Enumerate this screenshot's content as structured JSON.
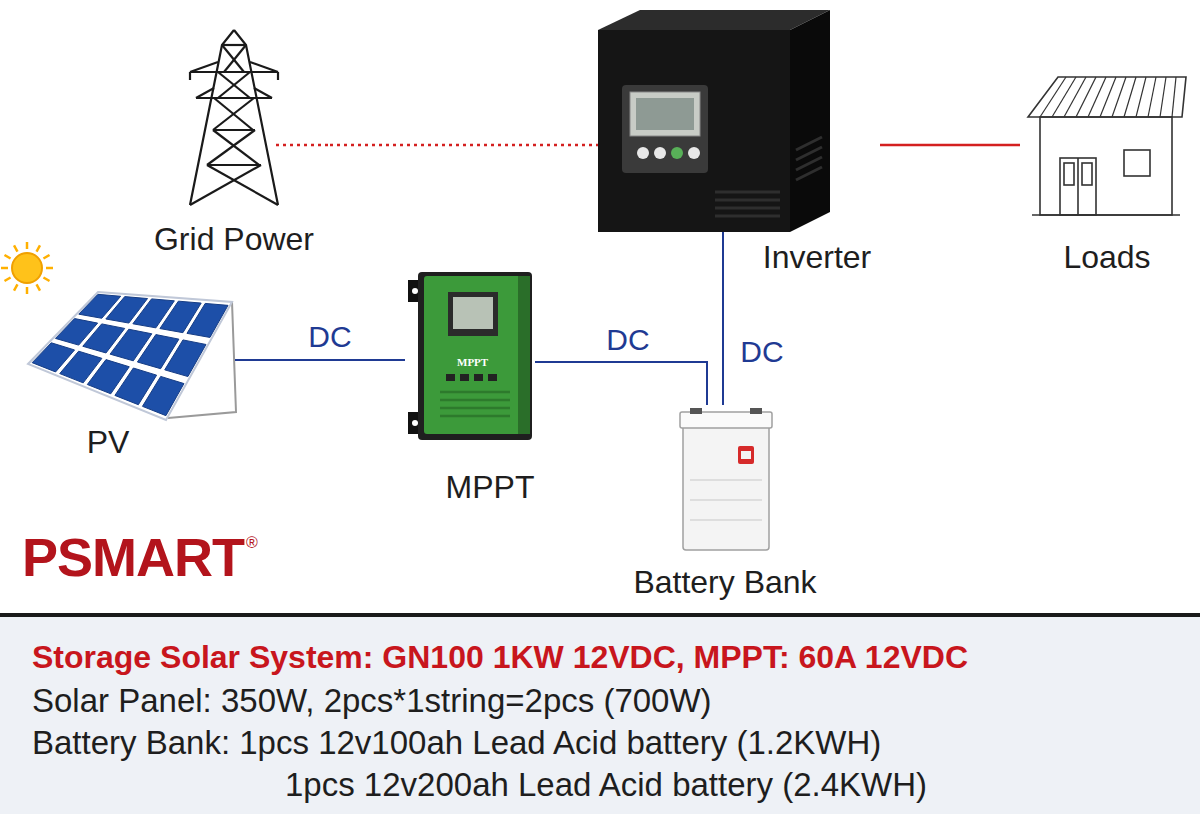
{
  "diagram": {
    "nodes": [
      {
        "text": [
          "Grid Power"
        ]
      },
      {
        "text": [
          "Inverter"
        ]
      },
      {
        "text": [
          "Loads"
        ]
      },
      {
        "text": [
          "PV"
        ]
      },
      {
        "text": [
          "MPPT"
        ]
      },
      {
        "text": [
          "Battery Bank"
        ]
      }
    ],
    "edges": [
      {
        "from": 0,
        "to": 1,
        "arrow": "none"
      },
      {
        "from": 1,
        "to": 2,
        "arrow": "none"
      },
      {
        "from": 3,
        "to": 4,
        "label": "DC",
        "arrow": "none"
      },
      {
        "from": 4,
        "to": 5,
        "label": "DC",
        "arrow": "none"
      },
      {
        "from": 1,
        "to": 5,
        "label": "DC",
        "arrow": "none"
      }
    ],
    "labels": [
      "MPPT",
      "PSMART",
      "®",
      "Storage Solar System: GN100 1KW 12VDC, MPPT: 60A 12VDC",
      "Solar Panel: 350W, 2pcs*1string=2pcs (700W)",
      "Battery Bank: 1pcs 12v100ah Lead Acid battery (1.2KWH)",
      "1pcs 12v200ah Lead Acid battery (2.4KWH)"
    ]
  }
}
